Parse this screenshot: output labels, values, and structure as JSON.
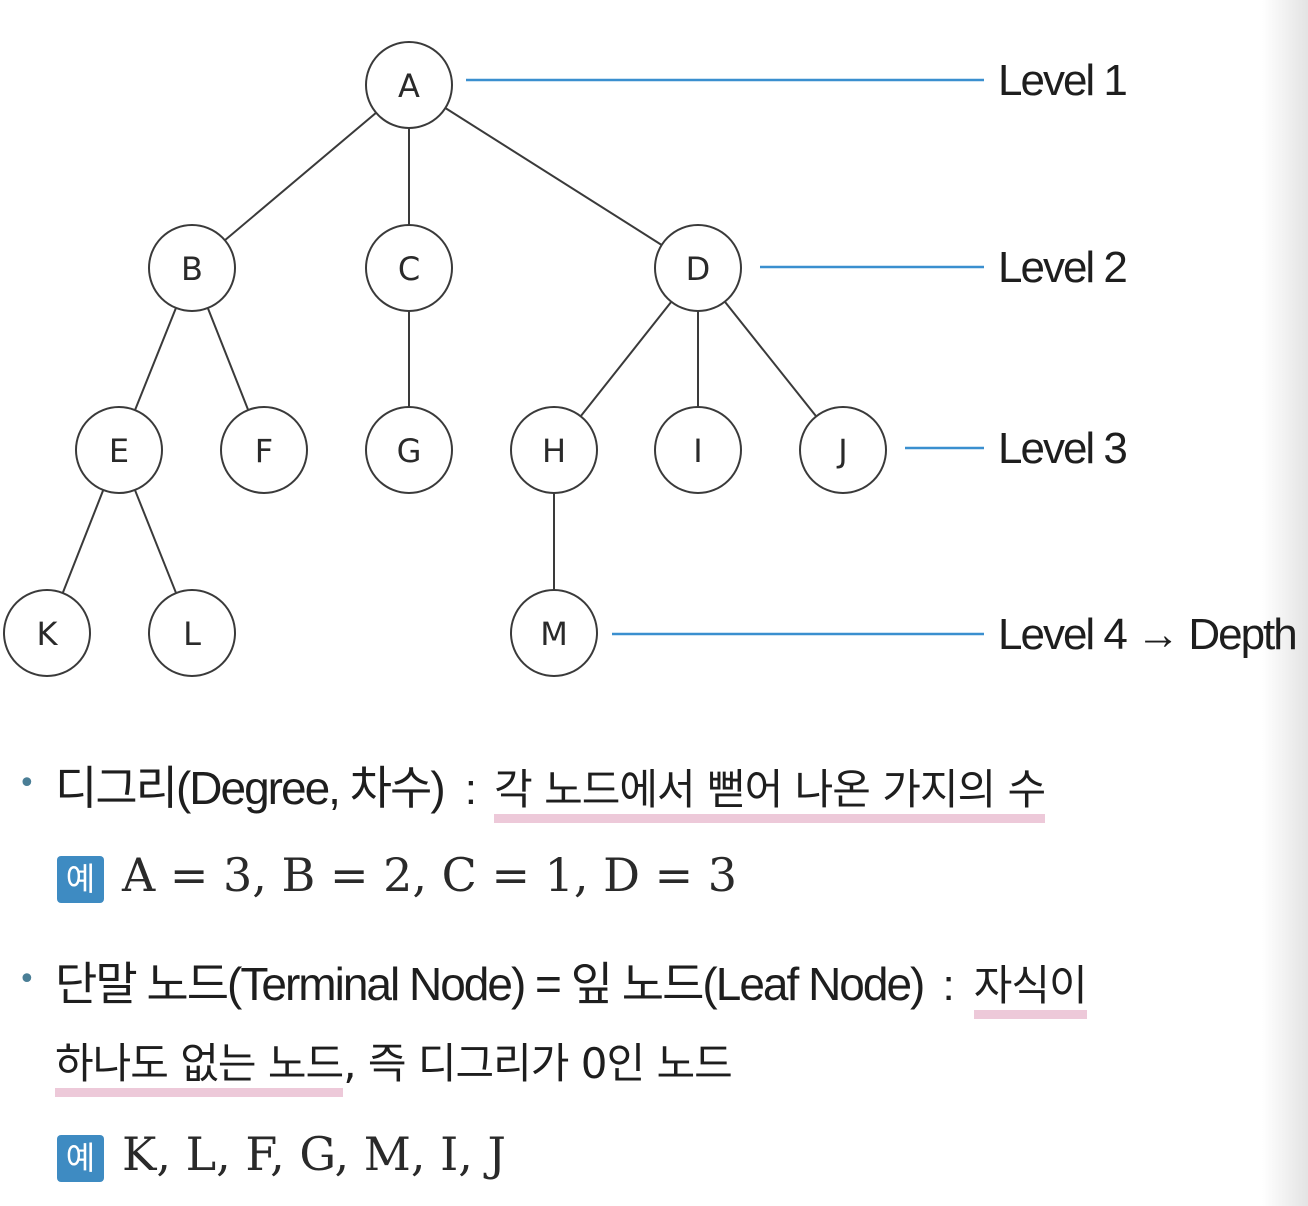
{
  "diagram": {
    "nodes": [
      {
        "id": "A",
        "label": "A",
        "level": 1
      },
      {
        "id": "B",
        "label": "B",
        "level": 2
      },
      {
        "id": "C",
        "label": "C",
        "level": 2
      },
      {
        "id": "D",
        "label": "D",
        "level": 2
      },
      {
        "id": "E",
        "label": "E",
        "level": 3
      },
      {
        "id": "F",
        "label": "F",
        "level": 3
      },
      {
        "id": "G",
        "label": "G",
        "level": 3
      },
      {
        "id": "H",
        "label": "H",
        "level": 3
      },
      {
        "id": "I",
        "label": "I",
        "level": 3
      },
      {
        "id": "J",
        "label": "J",
        "level": 3
      },
      {
        "id": "K",
        "label": "K",
        "level": 4
      },
      {
        "id": "L",
        "label": "L",
        "level": 4
      },
      {
        "id": "M",
        "label": "M",
        "level": 4
      }
    ],
    "edges": [
      [
        "A",
        "B"
      ],
      [
        "A",
        "C"
      ],
      [
        "A",
        "D"
      ],
      [
        "B",
        "E"
      ],
      [
        "B",
        "F"
      ],
      [
        "C",
        "G"
      ],
      [
        "D",
        "H"
      ],
      [
        "D",
        "I"
      ],
      [
        "D",
        "J"
      ],
      [
        "E",
        "K"
      ],
      [
        "E",
        "L"
      ],
      [
        "H",
        "M"
      ]
    ],
    "levels": [
      {
        "label": "Level 1"
      },
      {
        "label": "Level 2"
      },
      {
        "label": "Level 3"
      },
      {
        "label": "Level 4 → Depth"
      }
    ],
    "colors": {
      "level_line": "#3a8fcf",
      "edge": "#3a3a3a",
      "node_stroke": "#3a3a3a"
    }
  },
  "notes": {
    "degree": {
      "term": "디그리(Degree, 차수)",
      "separator": ":",
      "definition": "각 노드에서 뻗어 나온 가지의 수",
      "example_badge": "예",
      "example": "A = 3, B = 2, C = 1, D = 3"
    },
    "leaf": {
      "term": "단말 노드(Terminal Node) = 잎 노드(Leaf Node)",
      "separator": ":",
      "definition_part1": "자식이",
      "definition_part2": "하나도 없는 노드",
      "definition_rest": ", 즉 디그리가 0인 노드",
      "example_badge": "예",
      "example": "K, L, F, G, M, I, J"
    },
    "colors": {
      "highlight": "#de9cba",
      "badge": "#3e8bc2",
      "bullet": "#4a7e96"
    }
  }
}
